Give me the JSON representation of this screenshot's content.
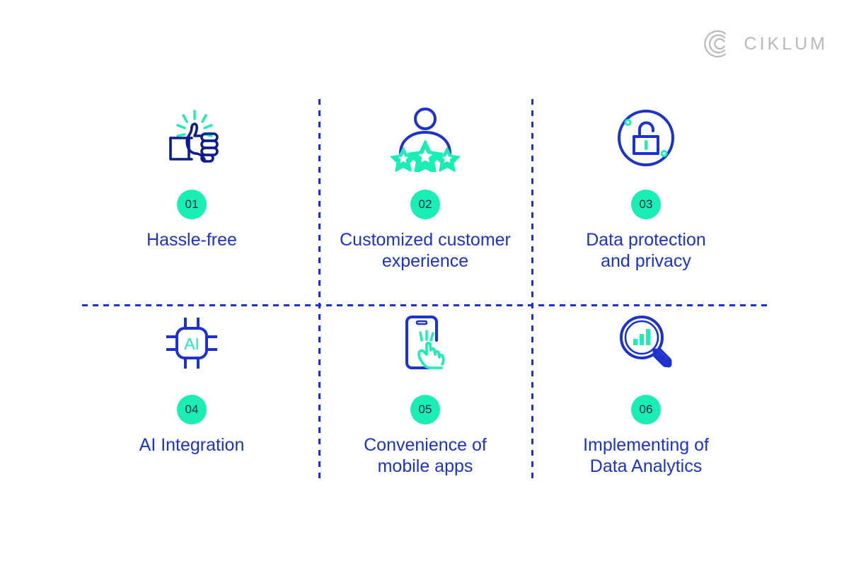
{
  "brand": {
    "logo_name": "ciklum-logo",
    "logo_text": "CIKLUM",
    "logo_color": "#b7b9bd"
  },
  "colors": {
    "blue": "#1b32d0",
    "deep_blue": "#0d1d8f",
    "green": "#19efb4",
    "badge_text": "#16244a",
    "background": "#ffffff"
  },
  "items": [
    {
      "number": "01",
      "label": "Hassle-free",
      "icon": "thumbs-up-icon"
    },
    {
      "number": "02",
      "label": "Customized customer\nexperience",
      "icon": "person-rating-stars-icon"
    },
    {
      "number": "03",
      "label": "Data protection\nand privacy",
      "icon": "unlocked-padlock-circle-icon"
    },
    {
      "number": "04",
      "label": "AI Integration",
      "icon": "ai-chip-icon",
      "icon_text": "AI"
    },
    {
      "number": "05",
      "label": "Convenience of\nmobile apps",
      "icon": "mobile-tap-icon"
    },
    {
      "number": "06",
      "label": "Implementing of\nData Analytics",
      "icon": "magnifier-bar-chart-icon"
    }
  ]
}
